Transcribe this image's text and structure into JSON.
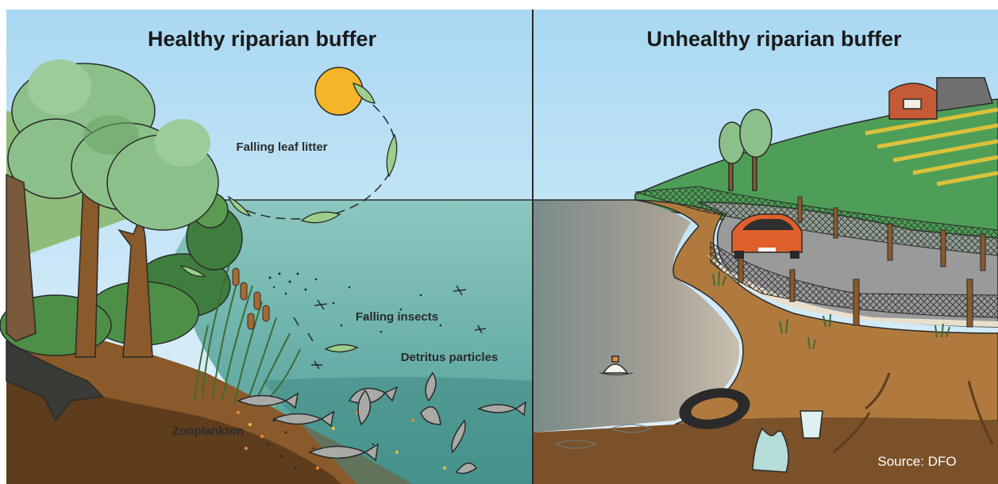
{
  "panels": {
    "left": {
      "title": "Healthy riparian buffer"
    },
    "right": {
      "title": "Unhealthy riparian buffer"
    }
  },
  "labels": {
    "leaf_litter": "Falling leaf litter",
    "insects": "Falling insects",
    "detritus": "Detritus particles",
    "zooplankton": "Zooplankton"
  },
  "source": "Source: DFO",
  "colors": {
    "sky": "#bfe3f6",
    "water": "#6fb5ae",
    "soil": "#8a5a2b",
    "tree": "#8cc08a",
    "grass_hill": "#4f9e58",
    "road": "#9a9a9a",
    "car": "#e0602c",
    "barn": "#c45a36",
    "sun": "#f5b529"
  },
  "icons": [
    "sun-icon",
    "leaf-icon",
    "fish-icon",
    "cattail-icon",
    "insect-icon",
    "car-icon",
    "barn-icon",
    "tire-icon",
    "cup-icon",
    "plastic-bag-icon",
    "bottle-icon"
  ]
}
